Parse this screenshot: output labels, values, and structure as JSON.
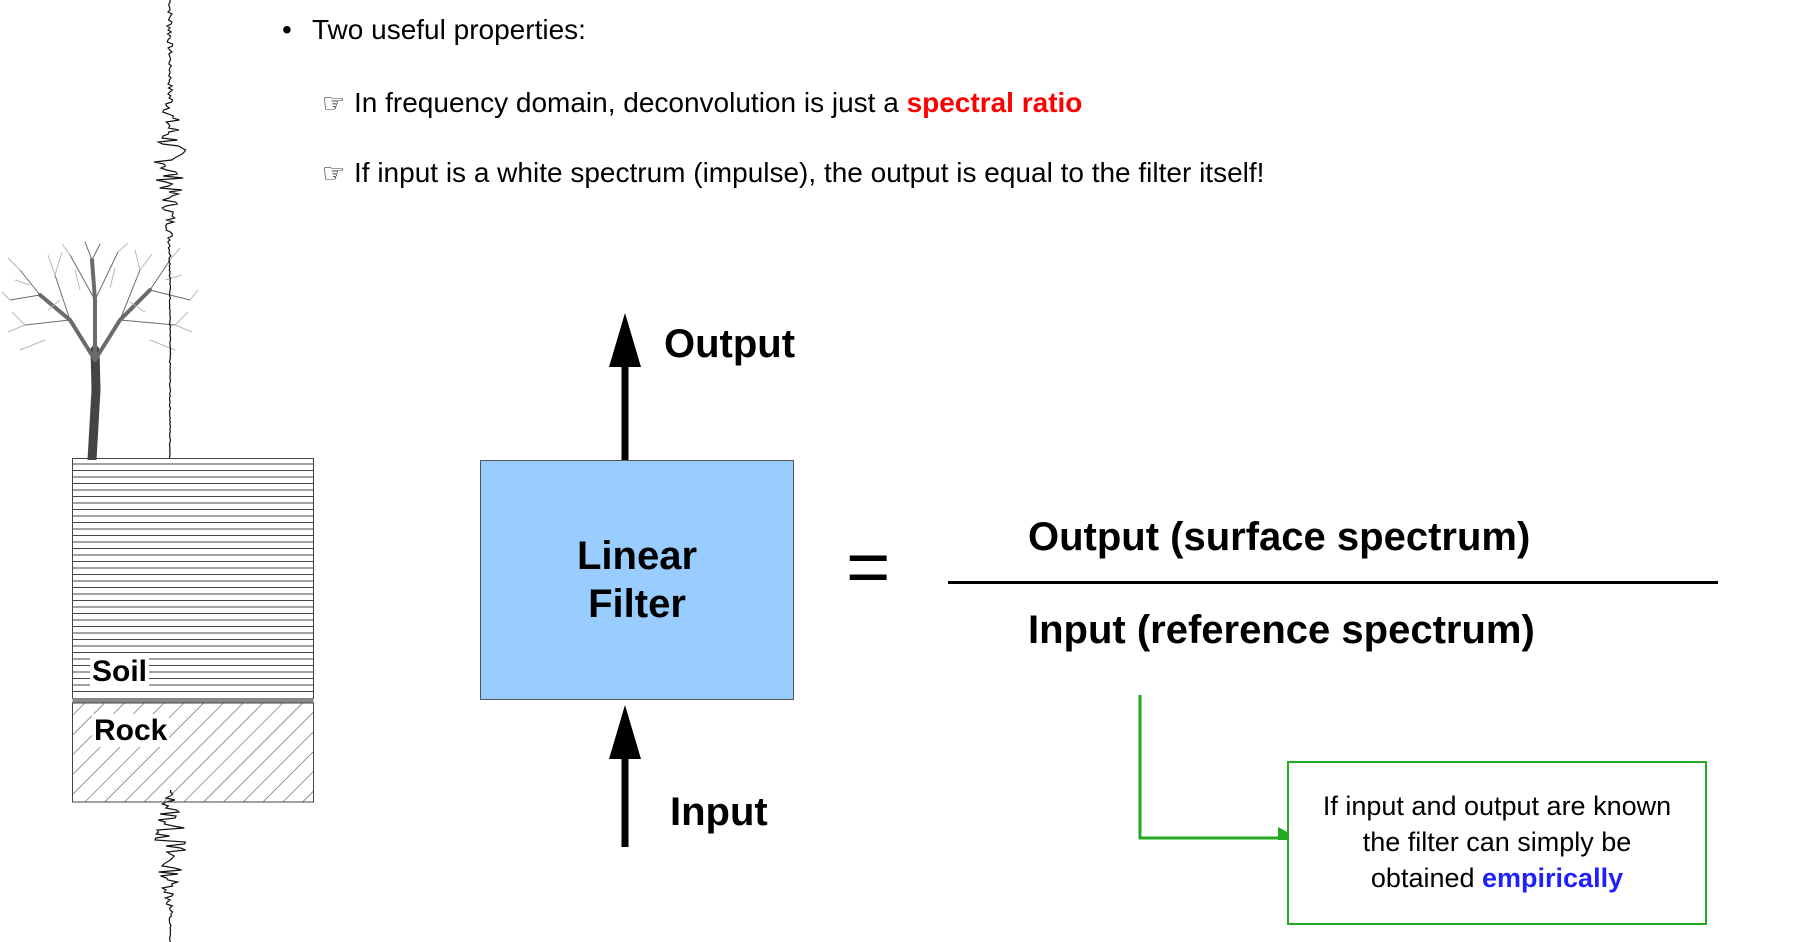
{
  "bullets": {
    "title": "Two useful properties:",
    "item1": {
      "text": "In frequency domain, deconvolution is just a ",
      "highlight": "spectral ratio"
    },
    "item2": {
      "text": "If input is a white spectrum (impulse), the output is equal to the filter itself!"
    },
    "bullet_icon": "pointing-hand-icon"
  },
  "site": {
    "soil_label": "Soil",
    "rock_label": "Rock"
  },
  "filter": {
    "output_label": "Output",
    "input_label": "Input",
    "box_line1": "Linear",
    "box_line2": "Filter"
  },
  "equation": {
    "equals": "=",
    "numerator": "Output (surface spectrum)",
    "denominator": "Input (reference spectrum)"
  },
  "note": {
    "line1": "If input and output are known",
    "line2": "the filter can simply be",
    "line3_prefix": "obtained ",
    "line3_highlight": "empirically"
  },
  "colors": {
    "filter_box": "#99ccff",
    "highlight_red": "#ff0000",
    "highlight_blue": "#1f1fff",
    "connector_green": "#22aa22"
  }
}
